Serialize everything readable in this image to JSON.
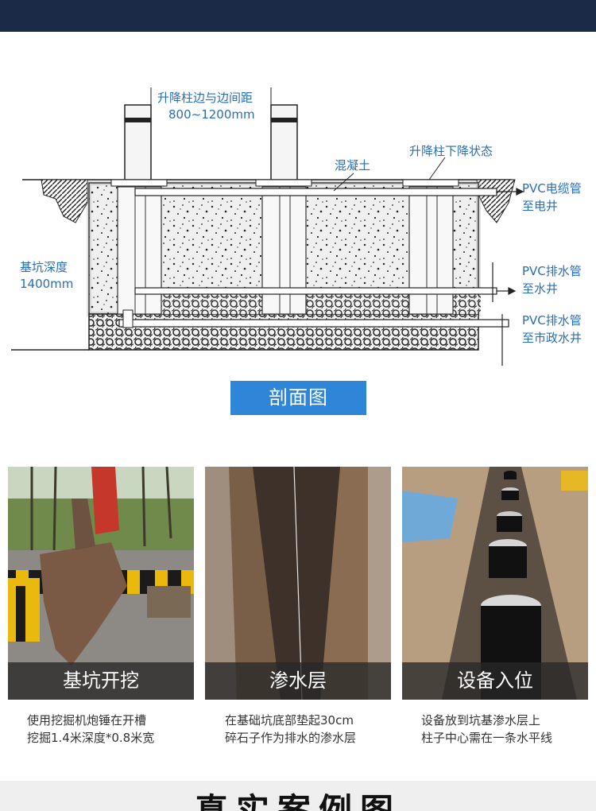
{
  "diagram": {
    "label_spacing_1": "升降柱边与边间距",
    "label_spacing_2": "800~1200mm",
    "label_concrete": "混凝土",
    "label_lowered": "升降柱下降状态",
    "label_depth_1": "基坑深度",
    "label_depth_2": "1400mm",
    "label_cable_1": "PVC电缆管",
    "label_cable_2": "至电井",
    "label_drain1_1": "PVC排水管",
    "label_drain1_2": "至水井",
    "label_drain2_1": "PVC排水管",
    "label_drain2_2": "至市政水井",
    "colors": {
      "label": "#2a6db3",
      "concrete": "#ededed",
      "gravel": "#f4f4f4"
    }
  },
  "section_title": "剖面图",
  "steps": [
    {
      "caption": "基坑开挖",
      "desc_1": "使用挖掘机炮锤在开槽",
      "desc_2": "挖掘1.4米深度*0.8米宽"
    },
    {
      "caption": "渗水层",
      "desc_1": "在基础坑底部垫起30cm",
      "desc_2": "碎石子作为排水的渗水层"
    },
    {
      "caption": "设备入位",
      "desc_1": "设备放到坑基渗水层上",
      "desc_2": "柱子中心需在一条水平线"
    }
  ],
  "bottom_title": "真实案例图"
}
